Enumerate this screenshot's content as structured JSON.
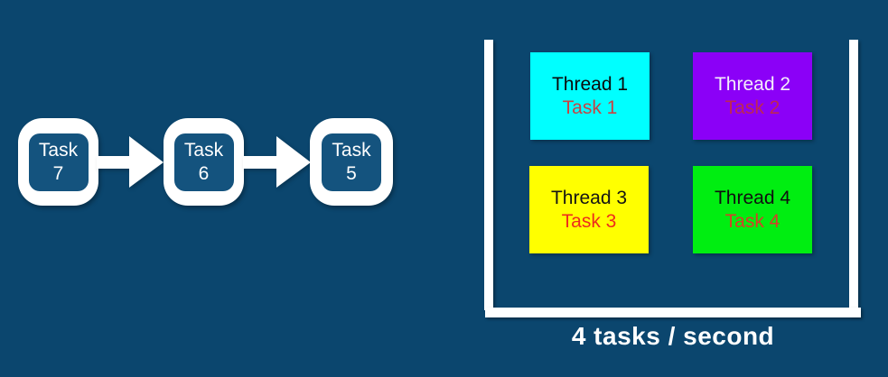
{
  "diagram": {
    "background": "#0B466E",
    "queue": {
      "boxes": [
        {
          "line1": "Task",
          "line2": "7"
        },
        {
          "line1": "Task",
          "line2": "6"
        },
        {
          "line1": "Task",
          "line2": "5"
        }
      ],
      "ring_color": "#FFFFFF",
      "fill_color": "#14537E",
      "text_color": "#FFFFFF",
      "arrow_color": "#FFFFFF"
    },
    "thread_pool": {
      "bracket_color": "#FFFFFF",
      "threads": [
        {
          "name": "Thread 1",
          "task": "Task 1",
          "bg": "#00FFFF",
          "name_color": "#0A0A0A",
          "task_color": "#C84343"
        },
        {
          "name": "Thread 2",
          "task": "Task 2",
          "bg": "#8B00F7",
          "name_color": "#F4EDFB",
          "task_color": "#BD2853"
        },
        {
          "name": "Thread 3",
          "task": "Task 3",
          "bg": "#FFFF00",
          "name_color": "#141414",
          "task_color": "#EE2C1C"
        },
        {
          "name": "Thread 4",
          "task": "Task 4",
          "bg": "#00EE11",
          "name_color": "#101010",
          "task_color": "#D4402A"
        }
      ],
      "caption": "4 tasks / second"
    }
  }
}
